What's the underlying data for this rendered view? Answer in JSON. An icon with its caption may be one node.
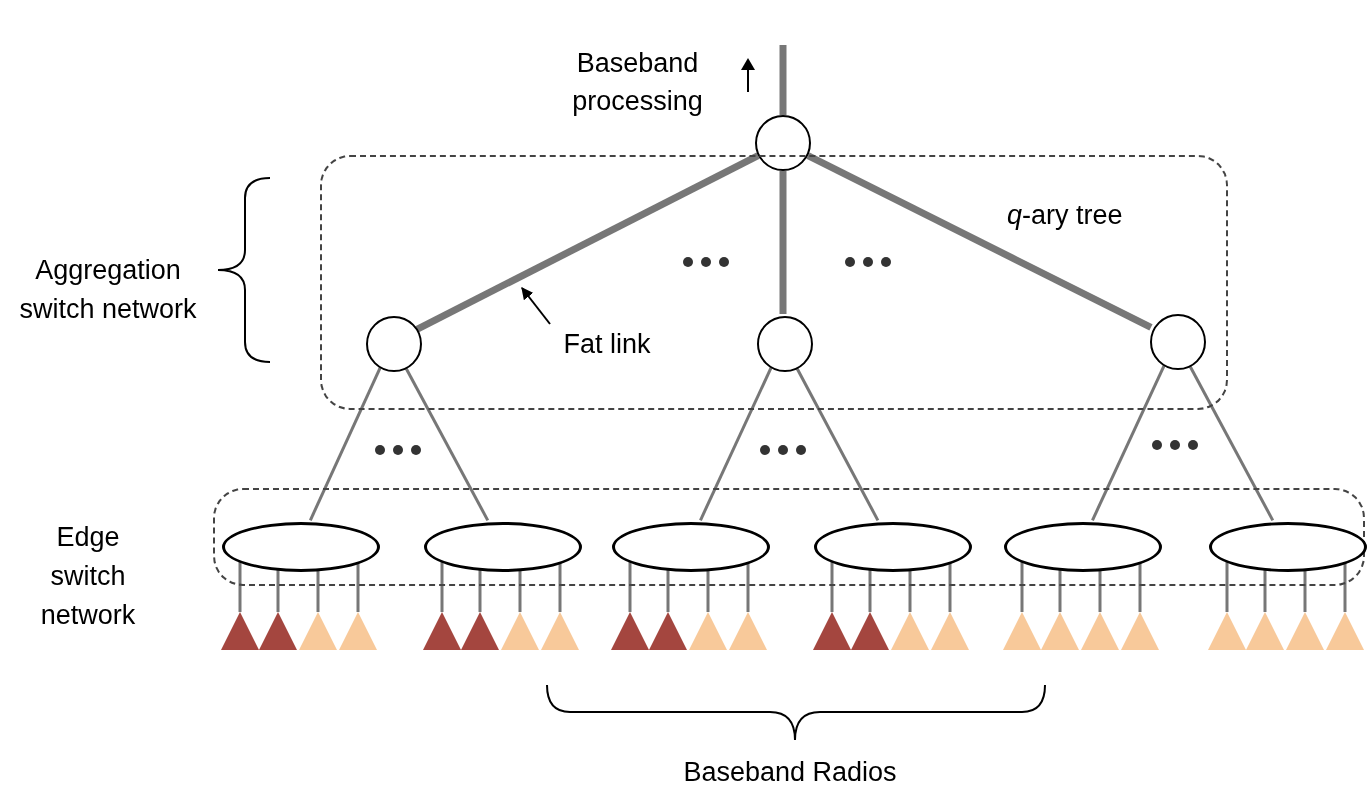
{
  "diagram": {
    "nodes": [
      {
        "text": [],
        "shape": "circle"
      },
      {
        "text": [
          "*q*-ary tree"
        ]
      },
      {
        "text": [],
        "shape": "circle",
        "in": 1
      },
      {
        "text": [],
        "shape": "circle",
        "in": 1
      },
      {
        "text": [],
        "shape": "circle",
        "in": 1
      },
      {
        "text": [
          "Fat link"
        ],
        "in": 1
      },
      {
        "text": [],
        "shape": "box"
      },
      {
        "text": [],
        "shape": "ellipse",
        "in": 6
      },
      {
        "text": [],
        "shape": "ellipse",
        "in": 6
      },
      {
        "text": [],
        "shape": "ellipse",
        "in": 6
      },
      {
        "text": [],
        "shape": "ellipse",
        "in": 6
      },
      {
        "text": [],
        "shape": "ellipse",
        "in": 6
      },
      {
        "text": [],
        "shape": "ellipse",
        "in": 6
      },
      {
        "text": [],
        "shape": "triangle"
      },
      {
        "text": [],
        "shape": "triangle"
      },
      {
        "text": [],
        "shape": "triangle"
      },
      {
        "text": [],
        "shape": "triangle"
      },
      {
        "text": [],
        "shape": "triangle"
      },
      {
        "text": [],
        "shape": "triangle"
      },
      {
        "text": [],
        "shape": "triangle"
      },
      {
        "text": [],
        "shape": "triangle"
      },
      {
        "text": [],
        "shape": "triangle"
      },
      {
        "text": [],
        "shape": "triangle"
      },
      {
        "text": [],
        "shape": "triangle"
      },
      {
        "text": [],
        "shape": "triangle"
      },
      {
        "text": [],
        "shape": "triangle"
      },
      {
        "text": [],
        "shape": "triangle"
      },
      {
        "text": [],
        "shape": "triangle"
      },
      {
        "text": [],
        "shape": "triangle"
      },
      {
        "text": [],
        "shape": "triangle"
      },
      {
        "text": [],
        "shape": "triangle"
      },
      {
        "text": [],
        "shape": "triangle"
      },
      {
        "text": [],
        "shape": "triangle"
      },
      {
        "text": [],
        "shape": "triangle"
      },
      {
        "text": [],
        "shape": "triangle"
      },
      {
        "text": [],
        "shape": "triangle"
      },
      {
        "text": [],
        "shape": "triangle"
      }
    ],
    "edges": [
      {
        "from": 0,
        "to": null,
        "arrow": "none",
        "style": "thick"
      },
      {
        "from": 0,
        "to": 2,
        "arrow": "none",
        "style": "thick"
      },
      {
        "from": 0,
        "to": 3,
        "arrow": "none",
        "style": "thick"
      },
      {
        "from": 0,
        "to": 4,
        "arrow": "none",
        "style": "thick"
      },
      {
        "from": 5,
        "to": null,
        "arrow": "to",
        "color": "#000000"
      },
      {
        "from": 2,
        "to": 7,
        "arrow": "none"
      },
      {
        "from": 2,
        "to": 8,
        "arrow": "none"
      },
      {
        "from": 3,
        "to": 9,
        "arrow": "none"
      },
      {
        "from": 3,
        "to": 10,
        "arrow": "none"
      },
      {
        "from": 4,
        "to": 11,
        "arrow": "none"
      },
      {
        "from": 4,
        "to": 12,
        "arrow": "none"
      },
      {
        "from": 7,
        "to": 13,
        "arrow": "none"
      },
      {
        "from": 7,
        "to": 14,
        "arrow": "none"
      },
      {
        "from": 7,
        "to": 15,
        "arrow": "none"
      },
      {
        "from": 7,
        "to": 16,
        "arrow": "none"
      },
      {
        "from": 8,
        "to": 17,
        "arrow": "none"
      },
      {
        "from": 8,
        "to": 18,
        "arrow": "none"
      },
      {
        "from": 8,
        "to": 19,
        "arrow": "none"
      },
      {
        "from": 8,
        "to": 20,
        "arrow": "none"
      },
      {
        "from": 9,
        "to": 21,
        "arrow": "none"
      },
      {
        "from": 9,
        "to": 22,
        "arrow": "none"
      },
      {
        "from": 9,
        "to": 23,
        "arrow": "none"
      },
      {
        "from": 9,
        "to": 24,
        "arrow": "none"
      },
      {
        "from": 10,
        "to": 25,
        "arrow": "none"
      },
      {
        "from": 10,
        "to": 26,
        "arrow": "none"
      },
      {
        "from": 10,
        "to": 27,
        "arrow": "none"
      },
      {
        "from": 10,
        "to": 28,
        "arrow": "none"
      },
      {
        "from": 11,
        "to": 29,
        "arrow": "none"
      },
      {
        "from": 11,
        "to": 30,
        "arrow": "none"
      },
      {
        "from": 11,
        "to": 31,
        "arrow": "none"
      },
      {
        "from": 11,
        "to": 32,
        "arrow": "none"
      },
      {
        "from": 12,
        "to": 33,
        "arrow": "none"
      },
      {
        "from": 12,
        "to": 34,
        "arrow": "none"
      },
      {
        "from": 12,
        "to": 35,
        "arrow": "none"
      },
      {
        "from": 12,
        "to": 36,
        "arrow": "none"
      }
    ],
    "labels": [
      "Baseband processing",
      "Aggregation switch network",
      "Edge switch network",
      "Baseband Radios"
    ]
  }
}
